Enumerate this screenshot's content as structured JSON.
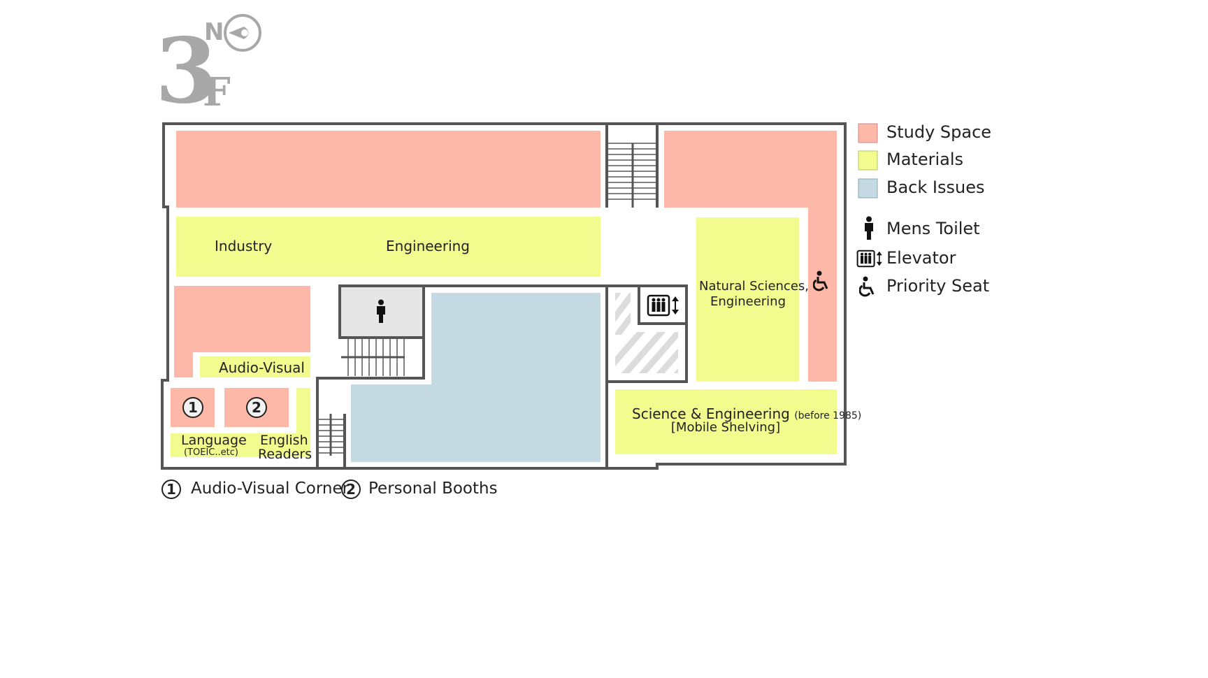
{
  "floor": {
    "number": "3",
    "suffix": "F"
  },
  "north": {
    "label": "N"
  },
  "colors": {
    "study_space": "#fdb8a8",
    "materials": "#f2fb8e",
    "back_issues": "#c5d9e2",
    "wall": "#555555",
    "stair_fill": "#ffffff"
  },
  "areas": {
    "industry": "Industry",
    "engineering": "Engineering",
    "audio_visual": "Audio-Visual",
    "language": "Language",
    "language_note": "(TOEIC..etc)",
    "english": "English",
    "readers": "Readers",
    "natural_sciences_1": "Natural Sciences,",
    "natural_sciences_2": "Engineering",
    "sci_eng": "Science & Engineering",
    "sci_eng_note": "(before 1985)",
    "mobile_shelving": "[Mobile Shelving]"
  },
  "markers": {
    "one": "1",
    "two": "2"
  },
  "legend": {
    "study_space": "Study Space",
    "materials": "Materials",
    "back_issues": "Back Issues",
    "mens_toilet": "Mens Toilet",
    "elevator": "Elevator",
    "priority_seat": "Priority Seat"
  },
  "footnotes": {
    "one_label": "Audio-Visual Corner",
    "two_label": "Personal Booths"
  },
  "icons": [
    "compass-icon",
    "toilet-icon",
    "elevator-icon",
    "wheelchair-icon"
  ]
}
